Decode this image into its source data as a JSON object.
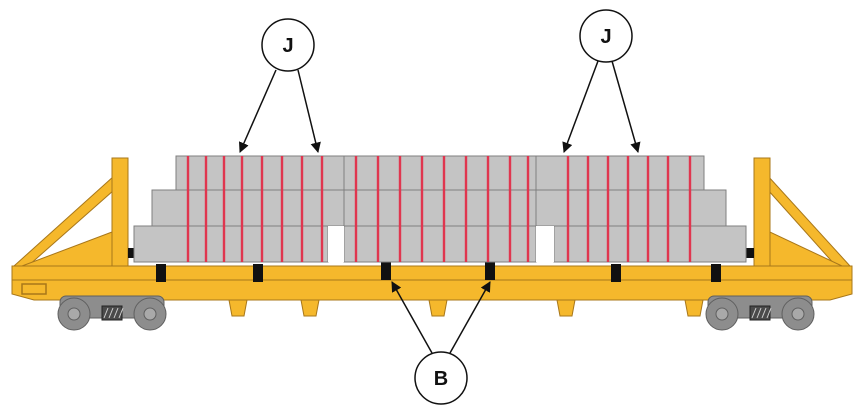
{
  "colors": {
    "car_body": "#f5b82c",
    "car_outline": "#a8771a",
    "load": "#c4c4c4",
    "load_outline": "#7f7f7f",
    "strap": "#e0364f",
    "block": "#111111",
    "wheel": "#8d8d8d",
    "arrow": "#111111"
  },
  "callouts": [
    {
      "label": "J",
      "icon": "circle-callout"
    },
    {
      "label": "J",
      "icon": "circle-callout"
    },
    {
      "label": "B",
      "icon": "circle-callout"
    }
  ]
}
